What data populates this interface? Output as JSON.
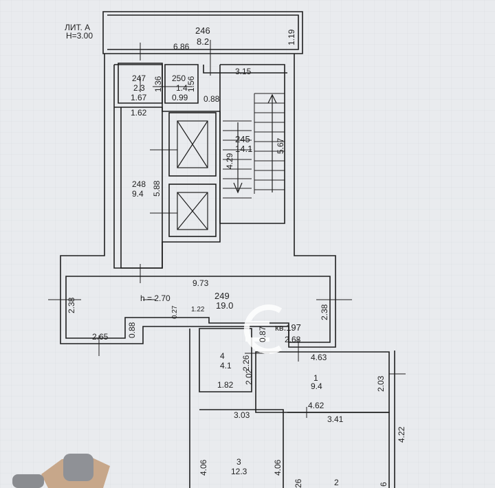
{
  "header": {
    "lit": "ЛИТ. А",
    "height": "Н=3.00"
  },
  "rooms": {
    "r246": {
      "num": "246",
      "area": "8.2"
    },
    "r247": {
      "num": "247",
      "area": "2.3"
    },
    "r250": {
      "num": "250",
      "area": "1.4"
    },
    "r245": {
      "num": "245",
      "area": "14.1"
    },
    "r248": {
      "num": "248",
      "area": "9.4"
    },
    "r249": {
      "num": "249",
      "area": "19.0"
    },
    "r4": {
      "num": "4",
      "area": "4.1"
    },
    "r1": {
      "num": "1",
      "area": "9.4"
    },
    "r3": {
      "num": "3",
      "area": "12.3"
    },
    "r2": {
      "num": "2"
    }
  },
  "apartment": "кв.197",
  "ceiling_note": "h = 2.70",
  "dims": {
    "d686": "6.86",
    "d119": "1.19",
    "d315": "3.15",
    "d136": "1.36",
    "d156": "1.56",
    "d167": "1.67",
    "d099": "0.99",
    "d088a": "0.88",
    "d162": "1.62",
    "d567": "5.67",
    "d429": "4.29",
    "d588": "5.88",
    "d973": "9.73",
    "d238a": "2.38",
    "d238b": "2.38",
    "d265": "2.65",
    "d088b": "0.88",
    "d027": "0.27",
    "d122": "1.22",
    "d087": "0.87",
    "d268": "2.68",
    "d226": "2.26",
    "d202": "2.02",
    "d182": "1.82",
    "d463": "4.63",
    "d203": "2.03",
    "d462": "4.62",
    "d303": "3.03",
    "d341": "3.41",
    "d422": "4.22",
    "d406a": "4.06",
    "d406b": "4.06",
    "d26": "26",
    "d6": "6"
  },
  "colors": {
    "paper": "#e9ebee",
    "ink": "#1e1e1e",
    "grid": "#c9cdd4",
    "logo": "#ffffff"
  }
}
